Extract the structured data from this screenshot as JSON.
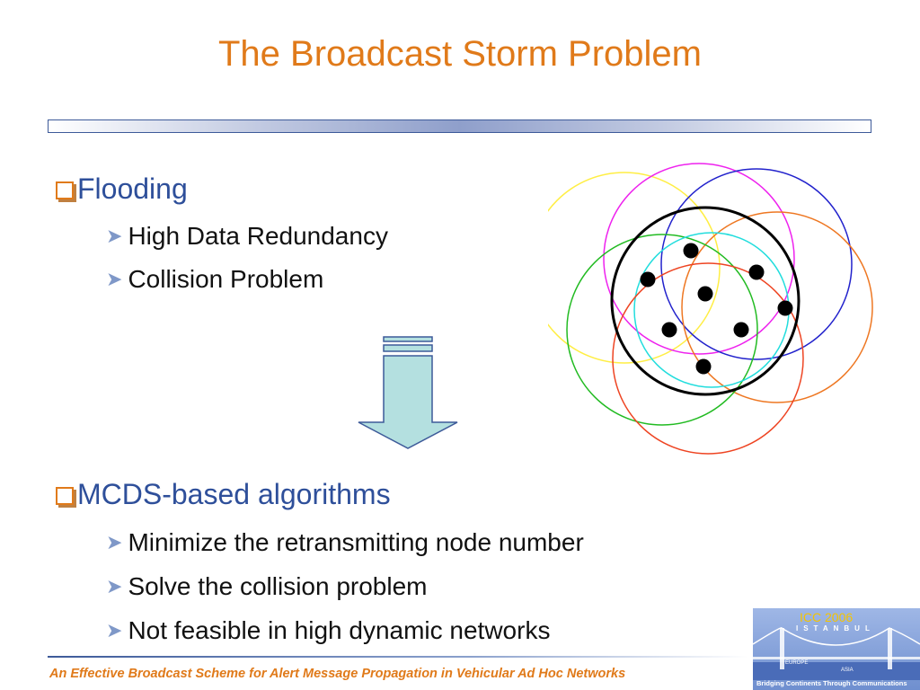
{
  "slide": {
    "title": "The Broadcast Storm Problem",
    "section1": {
      "heading": "Flooding",
      "items": [
        "High Data Redundancy",
        "Collision Problem"
      ]
    },
    "section2": {
      "heading": "MCDS-based algorithms",
      "items": [
        "Minimize the retransmitting node number",
        "Solve the collision problem",
        "Not feasible in high dynamic networks"
      ]
    },
    "footer": "An Effective Broadcast Scheme  for Alert Message Propagation in Vehicular Ad Hoc Networks"
  },
  "logo": {
    "title": "ICC 2006",
    "city": "ISTANBUL",
    "europe": "EUROPE",
    "asia": "ASIA",
    "tagline": "Bridging Continents Through Communications"
  },
  "colors": {
    "title": "#e07a1a",
    "heading": "#2e4f9a",
    "accent_bar": "#3d5a99",
    "arrow_fill": "#b4e0e0",
    "arrow_stroke": "#3d5a99"
  },
  "diagram": {
    "circle_colors": [
      "#ffee44",
      "#ee22ee",
      "#2222cc",
      "#ee7722",
      "#22bb22",
      "#22dddd",
      "#ee4422",
      "#000000"
    ]
  }
}
